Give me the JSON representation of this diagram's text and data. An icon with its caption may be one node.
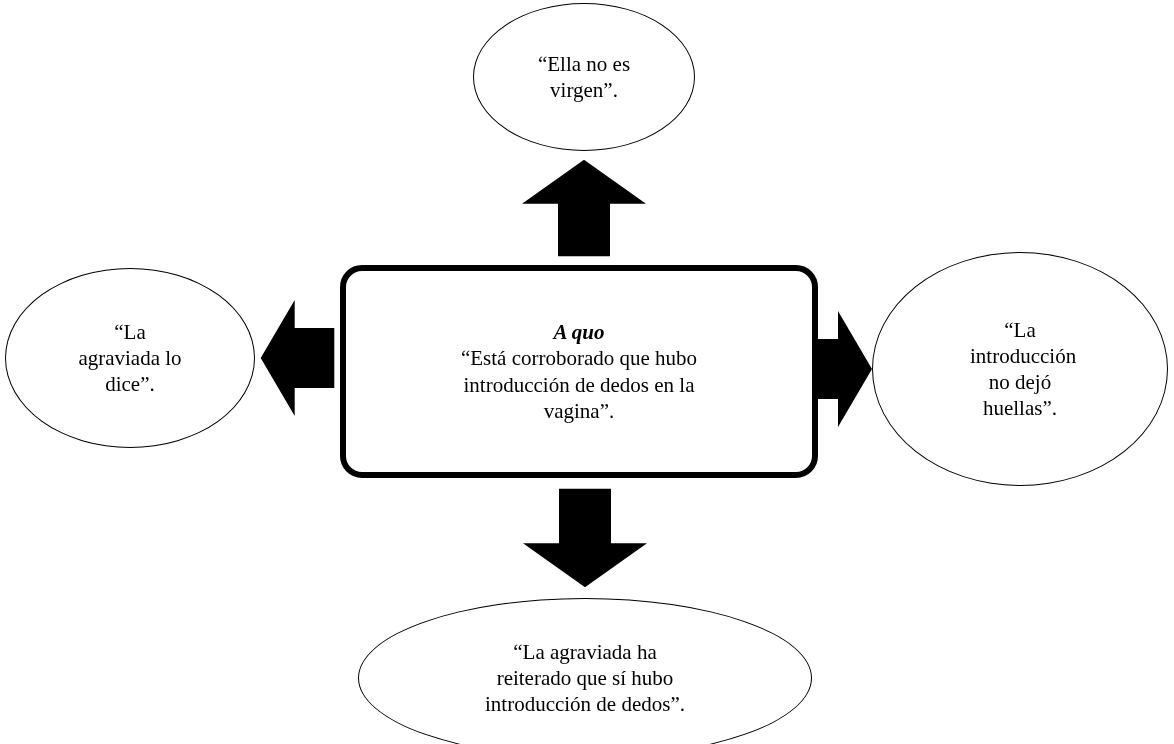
{
  "diagram": {
    "nodes": [
      {
        "text": [
          "“Ella no es virgen”."
        ]
      },
      {
        "text": [
          "“La agraviada lo dice”."
        ]
      },
      {
        "text": [
          "A quo",
          "“Está corroborado que hubo introducción de dedos en la vagina”."
        ]
      },
      {
        "text": [
          "“La introducción no dejó huellas”."
        ]
      },
      {
        "text": [
          "“La agraviada ha reiterado que sí hubo introducción de dedos”."
        ]
      }
    ],
    "edges": [
      {
        "from": 2,
        "to": 0,
        "arrow": "to",
        "style": "thick"
      },
      {
        "from": 2,
        "to": 1,
        "arrow": "to",
        "style": "thick"
      },
      {
        "from": 2,
        "to": 3,
        "arrow": "to",
        "style": "thick"
      },
      {
        "from": 2,
        "to": 4,
        "arrow": "to",
        "style": "thick"
      }
    ]
  }
}
